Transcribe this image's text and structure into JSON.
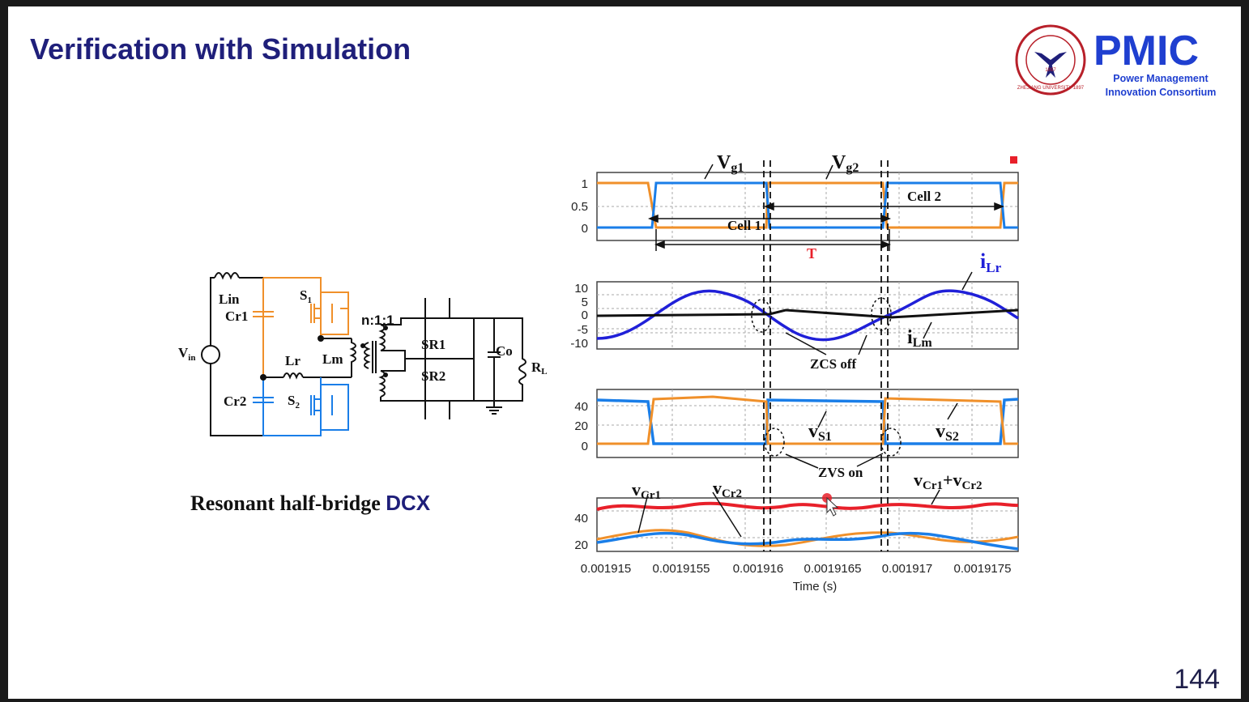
{
  "slide": {
    "title": "Verification with Simulation",
    "page_number": "144"
  },
  "logo": {
    "university_seal": "ZHEJIANG UNIVERSITY 1897",
    "brand": "PMIC",
    "tagline_line1": "Power Management",
    "tagline_line2": "Innovation Consortium"
  },
  "circuit": {
    "caption_text": "Resonant half-bridge",
    "caption_accent": "DCX",
    "labels": {
      "lin": "Lin",
      "cr1": "Cr1",
      "cr2": "Cr2",
      "vin": "V",
      "vin_sub": "in",
      "lr": "Lr",
      "lm": "Lm",
      "s1": "S",
      "s1_sub": "1",
      "s2": "S",
      "s2_sub": "2",
      "ratio": "n:1:1",
      "sr1": "SR1",
      "sr2": "SR2",
      "co": "Co",
      "rl": "R",
      "rl_sub": "L"
    }
  },
  "waveforms": {
    "time_axis": {
      "label": "Time (s)",
      "ticks": [
        "0.001915",
        "0.0019155",
        "0.001916",
        "0.0019165",
        "0.001917",
        "0.0019175"
      ]
    },
    "panel1": {
      "yticks": [
        "1",
        "0.5",
        "0"
      ],
      "label_vg1": "V",
      "label_vg1_sub": "g1",
      "label_vg2": "V",
      "label_vg2_sub": "g2",
      "cell1": "Cell 1",
      "cell2": "Cell 2",
      "period": "T"
    },
    "panel2": {
      "yticks": [
        "10",
        "5",
        "0",
        "-5",
        "-10"
      ],
      "label_ilr": "i",
      "label_ilr_sub": "Lr",
      "label_ilm": "i",
      "label_ilm_sub": "Lm",
      "annotation": "ZCS off"
    },
    "panel3": {
      "yticks": [
        "40",
        "20",
        "0"
      ],
      "label_vs1": "v",
      "label_vs1_sub": "S1",
      "label_vs2": "v",
      "label_vs2_sub": "S2",
      "annotation": "ZVS on"
    },
    "panel4": {
      "yticks": [
        "40",
        "20"
      ],
      "label_vcr1": "v",
      "label_vcr1_sub": "Cr1",
      "label_vcr2": "v",
      "label_vcr2_sub": "Cr2",
      "label_sum_a": "v",
      "label_sum_a_sub": "Cr1",
      "label_sum_plus": "+v",
      "label_sum_b_sub": "Cr2"
    }
  },
  "colors": {
    "title": "#1f1f7a",
    "orange": "#f0902a",
    "blue": "#1a7ee8",
    "dark_blue": "#2020d8",
    "red": "#e8202a",
    "black": "#111111"
  }
}
